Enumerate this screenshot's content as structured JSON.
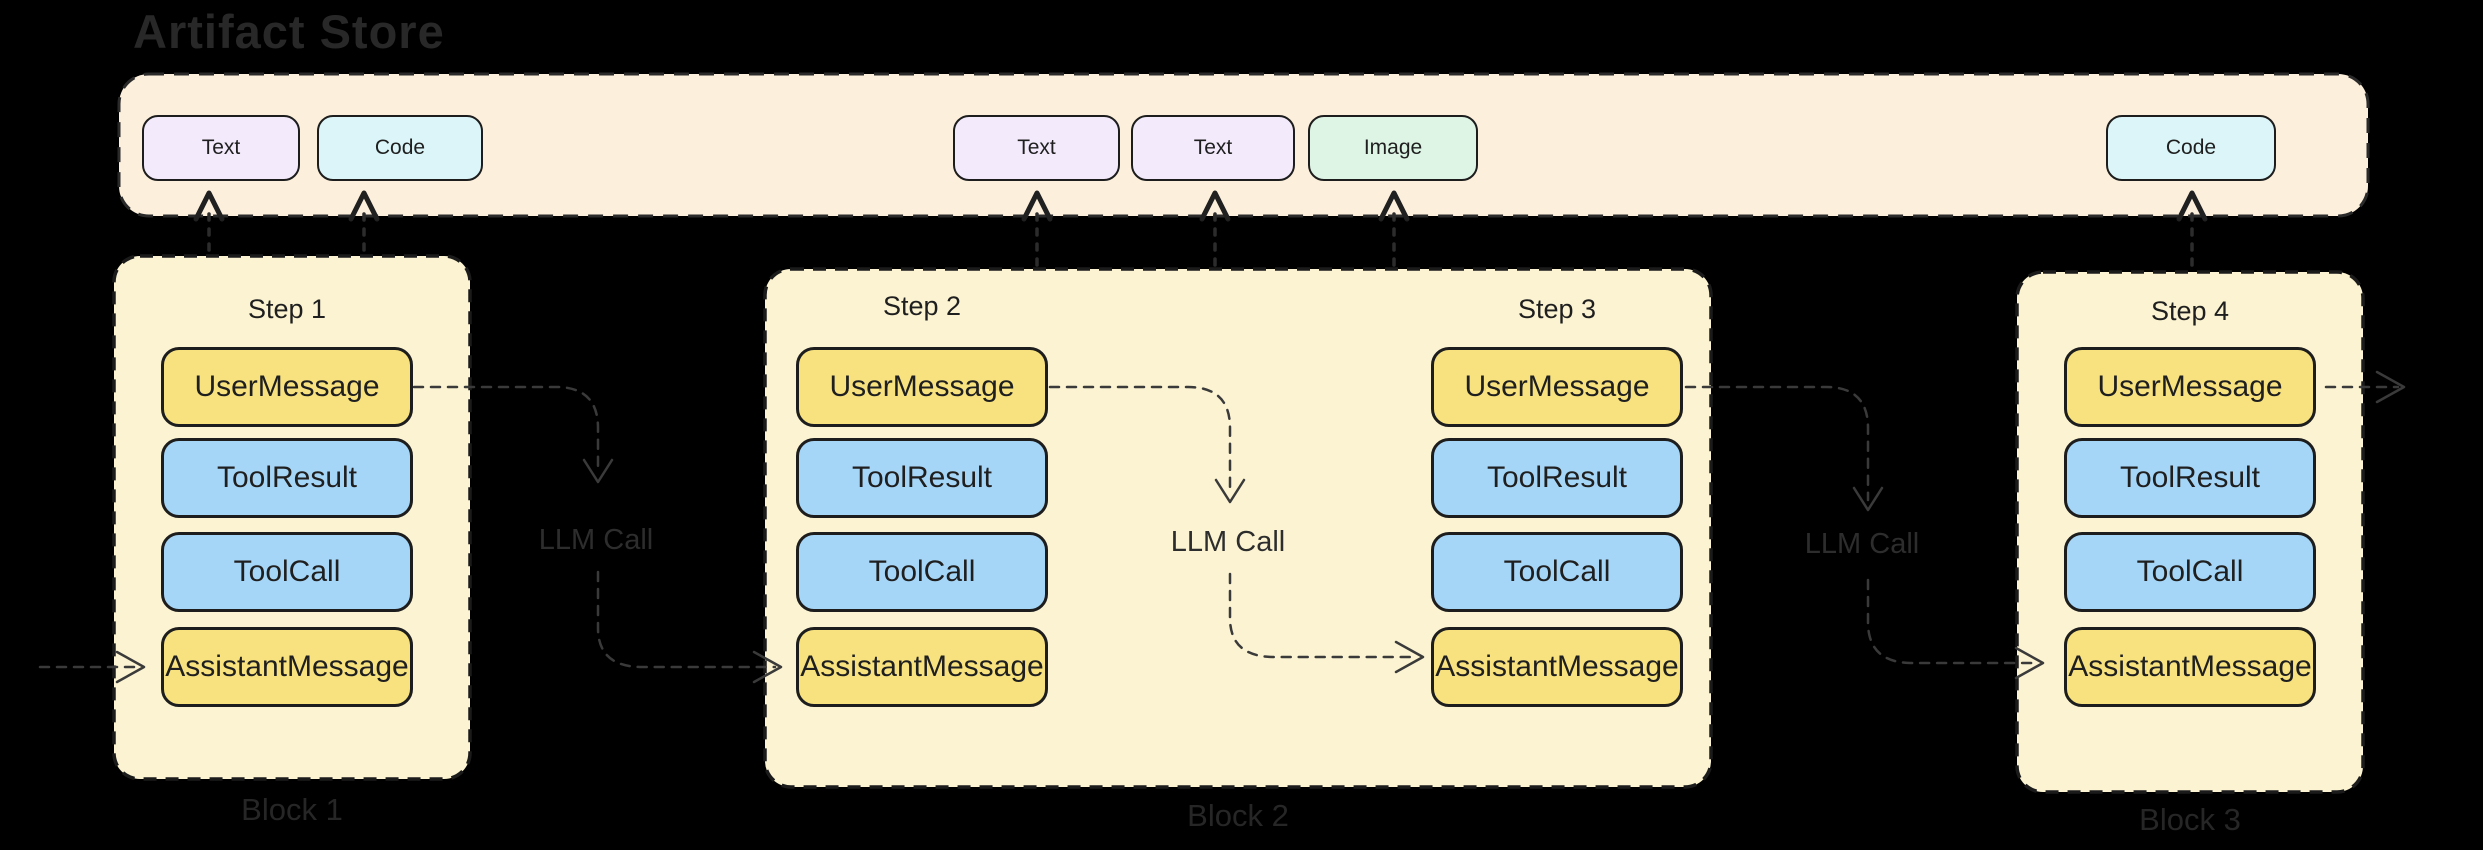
{
  "title": "Artifact Store",
  "artifact_store": {
    "chips": [
      {
        "label": "Text",
        "type": "text"
      },
      {
        "label": "Code",
        "type": "code"
      },
      {
        "label": "Text",
        "type": "text"
      },
      {
        "label": "Text",
        "type": "text"
      },
      {
        "label": "Image",
        "type": "image"
      },
      {
        "label": "Code",
        "type": "code"
      }
    ]
  },
  "blocks": [
    {
      "label": "Block 1",
      "steps": [
        {
          "title": "Step 1",
          "messages": [
            "UserMessage",
            "ToolResult",
            "ToolCall",
            "AssistantMessage"
          ]
        }
      ]
    },
    {
      "label": "Block 2",
      "steps": [
        {
          "title": "Step 2",
          "messages": [
            "UserMessage",
            "ToolResult",
            "ToolCall",
            "AssistantMessage"
          ]
        },
        {
          "title": "Step 3",
          "messages": [
            "UserMessage",
            "ToolResult",
            "ToolCall",
            "AssistantMessage"
          ]
        }
      ]
    },
    {
      "label": "Block 3",
      "steps": [
        {
          "title": "Step 4",
          "messages": [
            "UserMessage",
            "ToolResult",
            "ToolCall",
            "AssistantMessage"
          ]
        }
      ]
    }
  ],
  "connectors": {
    "llm_call_labels": [
      "LLM Call",
      "LLM Call",
      "LLM Call"
    ]
  },
  "colors": {
    "background": "#000000",
    "store_fill": "#fcefdc",
    "block_fill": "#fbf3d1",
    "message_yellow": "#f7e27f",
    "message_blue": "#a6d6f7",
    "chip_text_fill": "#f3eafc",
    "chip_code_fill": "#dbf5f8",
    "chip_image_fill": "#def4e4",
    "stroke_dark": "#1d1d1d",
    "outside_label_gray": "#2b2b2b"
  }
}
